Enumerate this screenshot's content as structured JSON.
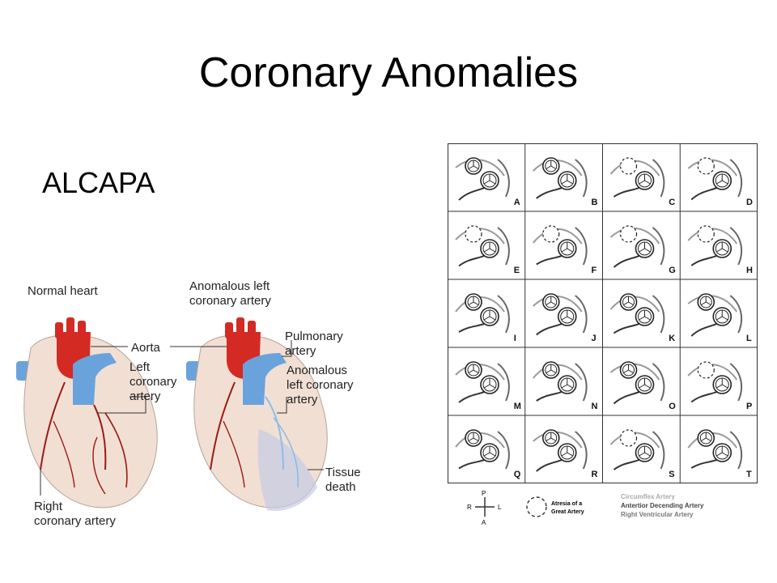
{
  "slide": {
    "title": "Coronary Anomalies",
    "subtitle": "ALCAPA"
  },
  "heart_figure": {
    "labels": {
      "normal_heart": "Normal heart",
      "anomalous_line1": "Anomalous left",
      "anomalous_line2": "coronary artery",
      "aorta": "Aorta",
      "left_cor_1": "Left",
      "left_cor_2": "coronary",
      "left_cor_3": "artery",
      "pulmonary_1": "Pulmonary",
      "pulmonary_2": "artery",
      "anom_lca_1": "Anomalous",
      "anom_lca_2": "left coronary",
      "anom_lca_3": "artery",
      "tissue_1": "Tissue",
      "tissue_2": "death",
      "right_cor_1": "Right",
      "right_cor_2": "coronary artery"
    },
    "colors": {
      "aorta": "#d42a24",
      "pulmonary": "#6aa3dc",
      "muscle": "#f2dfd3",
      "vessel": "#9b1a14",
      "vessel_anomalous": "#8cbde8"
    }
  },
  "anomaly_grid": {
    "cells": [
      "A",
      "B",
      "C",
      "D",
      "E",
      "F",
      "G",
      "H",
      "I",
      "J",
      "K",
      "L",
      "M",
      "N",
      "O",
      "P",
      "Q",
      "R",
      "S",
      "T"
    ],
    "atresia": [
      "C",
      "D",
      "E",
      "F",
      "G",
      "H",
      "P",
      "S"
    ]
  },
  "legend": {
    "compass": {
      "top": "P",
      "left": "R",
      "right": "L",
      "bottom": "A"
    },
    "atresia_1": "Atresia of a",
    "atresia_2": "Great Artery",
    "circumflex": "Circumflex Artery",
    "anterior": "Antertior Decending Artery",
    "right_ventricular": "Right Ventricular Artery"
  }
}
